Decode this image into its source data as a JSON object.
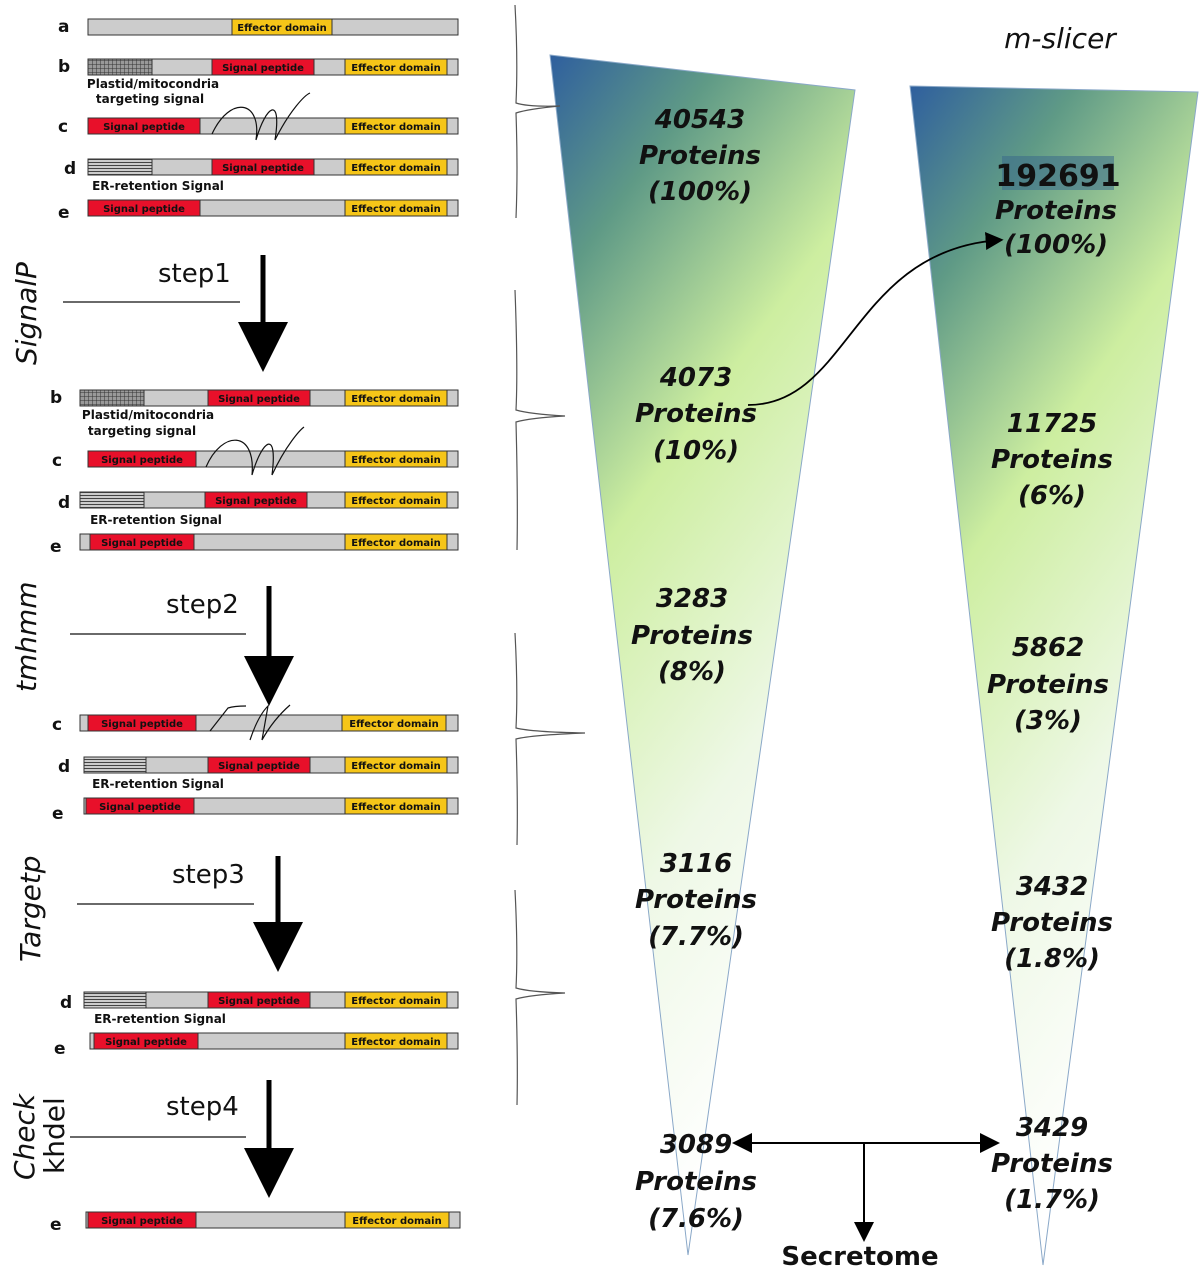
{
  "colors": {
    "signal_peptide": "#e8102a",
    "effector_domain": "#f5c518",
    "backbone": "#cccccc",
    "funnel_top": "#2f5f9e",
    "funnel_mid": "#cdeea0",
    "funnel_bottom": "#ffffff"
  },
  "labels": {
    "effector": "Effector domain",
    "signal": "Signal peptide",
    "plastid_line1": "Plastid/mitocondria",
    "plastid_line2": "targeting signal",
    "er": "ER-retention Signal"
  },
  "steps": [
    {
      "label": "step1",
      "tool": "SignalP"
    },
    {
      "label": "step2",
      "tool": "tmhmm"
    },
    {
      "label": "step3",
      "tool": "Targetp"
    },
    {
      "label": "step4",
      "tool_line1": "Check",
      "tool_line2": "khdel"
    }
  ],
  "funnel_left": {
    "levels": [
      {
        "count": "40543",
        "unit": "Proteins",
        "pct": "(100%)"
      },
      {
        "count": "4073",
        "unit": "Proteins",
        "pct": "(10%)"
      },
      {
        "count": "3283",
        "unit": "Proteins",
        "pct": "(8%)"
      },
      {
        "count": "3116",
        "unit": "Proteins",
        "pct": "(7.7%)"
      },
      {
        "count": "3089",
        "unit": "Proteins",
        "pct": "(7.6%)"
      }
    ]
  },
  "funnel_right": {
    "title": "m-slicer",
    "levels": [
      {
        "count": "192691",
        "unit": "Proteins",
        "pct": "(100%)"
      },
      {
        "count": "11725",
        "unit": "Proteins",
        "pct": "(6%)"
      },
      {
        "count": "5862",
        "unit": "Proteins",
        "pct": "(3%)"
      },
      {
        "count": "3432",
        "unit": "Proteins",
        "pct": "(1.8%)"
      },
      {
        "count": "3429",
        "unit": "Proteins",
        "pct": "(1.7%)"
      }
    ]
  },
  "secretome": "Secretome",
  "row_letters": [
    "a",
    "b",
    "c",
    "d",
    "e"
  ]
}
